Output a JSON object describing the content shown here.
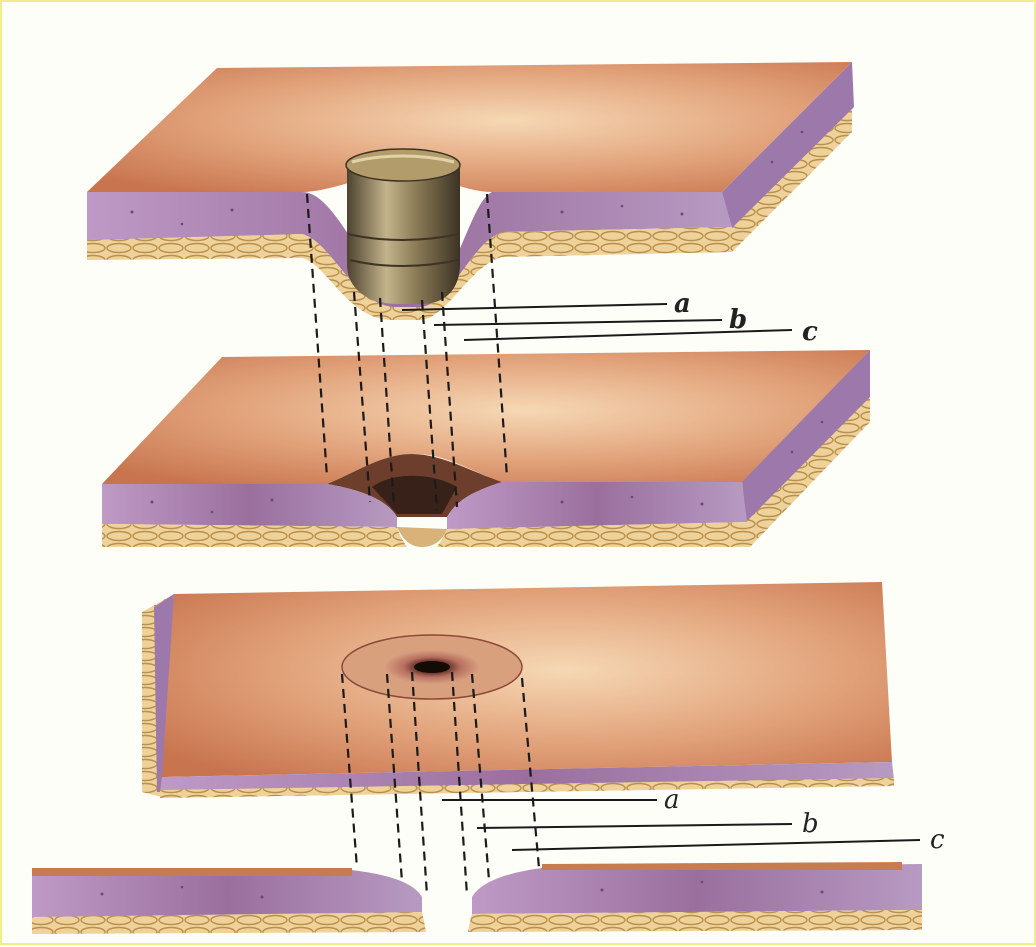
{
  "panels": [
    {
      "id": "bullet-entering",
      "labels": [
        "a",
        "b",
        "c"
      ]
    },
    {
      "id": "cross-section-wound",
      "labels": []
    },
    {
      "id": "surface-view",
      "labels": [
        "a",
        "b",
        "c"
      ]
    },
    {
      "id": "bottom-cross-section",
      "labels": []
    }
  ],
  "colors": {
    "skin_surface": "#d9895a",
    "skin_highlight": "#f0c49c",
    "dermis": "#a06b9c",
    "dermis_light": "#c6a4c9",
    "fat": "#e9c88a",
    "bullet": "#8a7a5a",
    "contusion_ring": "#8c4a3a",
    "wound_hole": "#1a0e0a"
  }
}
